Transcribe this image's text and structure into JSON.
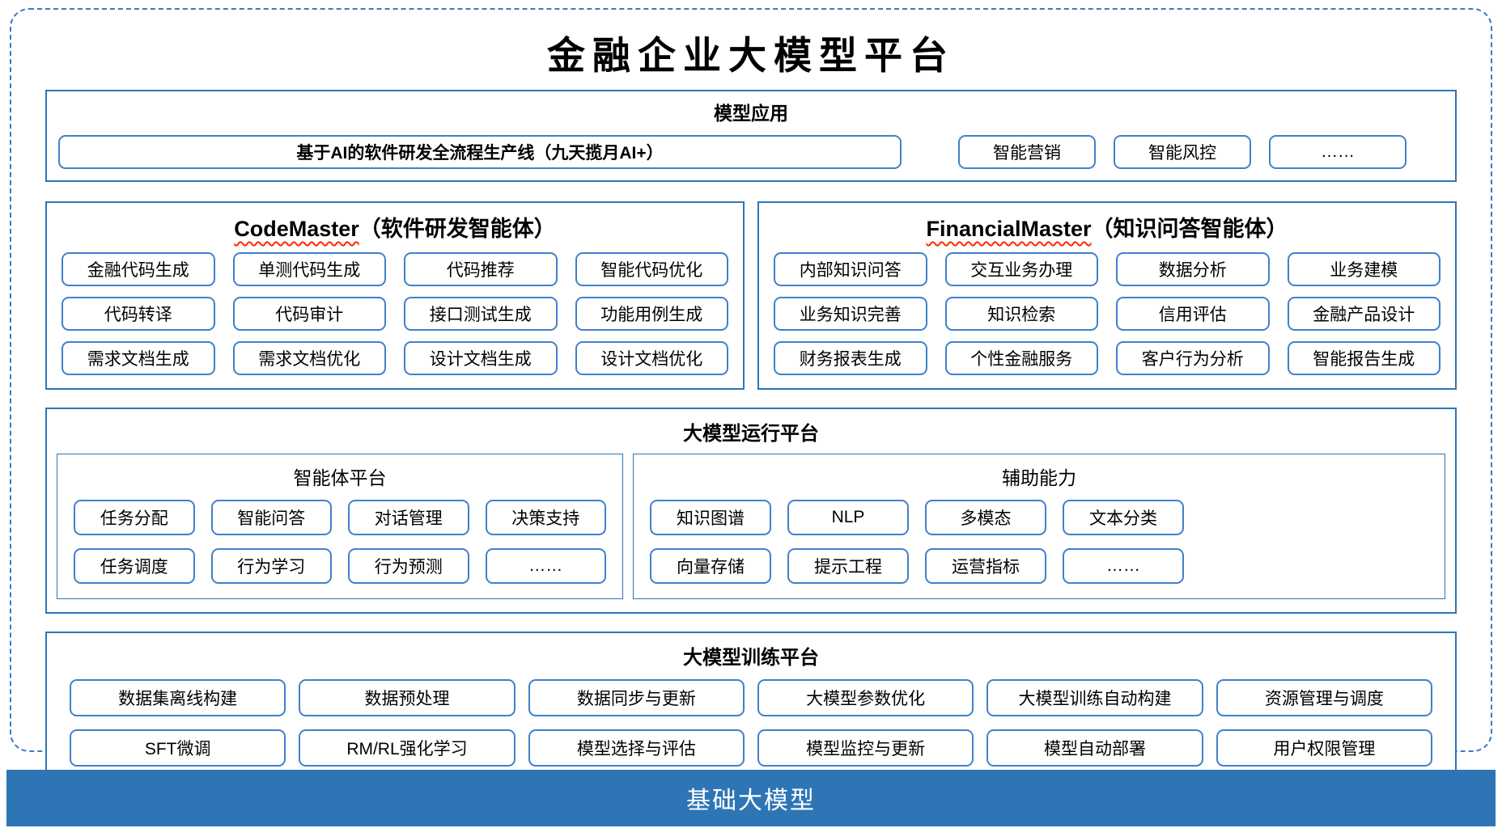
{
  "title": "金融企业大模型平台",
  "model_app": {
    "header": "模型应用",
    "main_item": "基于AI的软件研发全流程生产线（九天揽月AI+）",
    "items": [
      "智能营销",
      "智能风控",
      "……"
    ]
  },
  "agents": [
    {
      "name_en": "CodeMaster",
      "name_cn": "（软件研发智能体）",
      "items": [
        "金融代码生成",
        "单测代码生成",
        "代码推荐",
        "智能代码优化",
        "代码转译",
        "代码审计",
        "接口测试生成",
        "功能用例生成",
        "需求文档生成",
        "需求文档优化",
        "设计文档生成",
        "设计文档优化"
      ]
    },
    {
      "name_en": "FinancialMaster",
      "name_cn": "（知识问答智能体）",
      "items": [
        "内部知识问答",
        "交互业务办理",
        "数据分析",
        "业务建模",
        "业务知识完善",
        "知识检索",
        "信用评估",
        "金融产品设计",
        "财务报表生成",
        "个性金融服务",
        "客户行为分析",
        "智能报告生成"
      ]
    }
  ],
  "runtime": {
    "header": "大模型运行平台",
    "groups": [
      {
        "name": "智能体平台",
        "items": [
          "任务分配",
          "智能问答",
          "对话管理",
          "决策支持",
          "任务调度",
          "行为学习",
          "行为预测",
          "……"
        ]
      },
      {
        "name": "辅助能力",
        "items": [
          "知识图谱",
          "NLP",
          "多模态",
          "文本分类",
          "向量存储",
          "提示工程",
          "运营指标",
          "……"
        ]
      }
    ]
  },
  "training": {
    "header": "大模型训练平台",
    "items": [
      "数据集离线构建",
      "数据预处理",
      "数据同步与更新",
      "大模型参数优化",
      "大模型训练自动构建",
      "资源管理与调度",
      "SFT微调",
      "RM/RL强化学习",
      "模型选择与评估",
      "模型监控与更新",
      "模型自动部署",
      "用户权限管理"
    ]
  },
  "foundation": {
    "label": "基础大模型"
  },
  "colors": {
    "section_border": "#2e75b6",
    "box_border": "#4080cc",
    "dashed_frame": "#3b7bc8",
    "foundation_bg": "#2e75b6",
    "foundation_text": "#ffffff",
    "spellcheck_underline": "#ff2a00"
  }
}
